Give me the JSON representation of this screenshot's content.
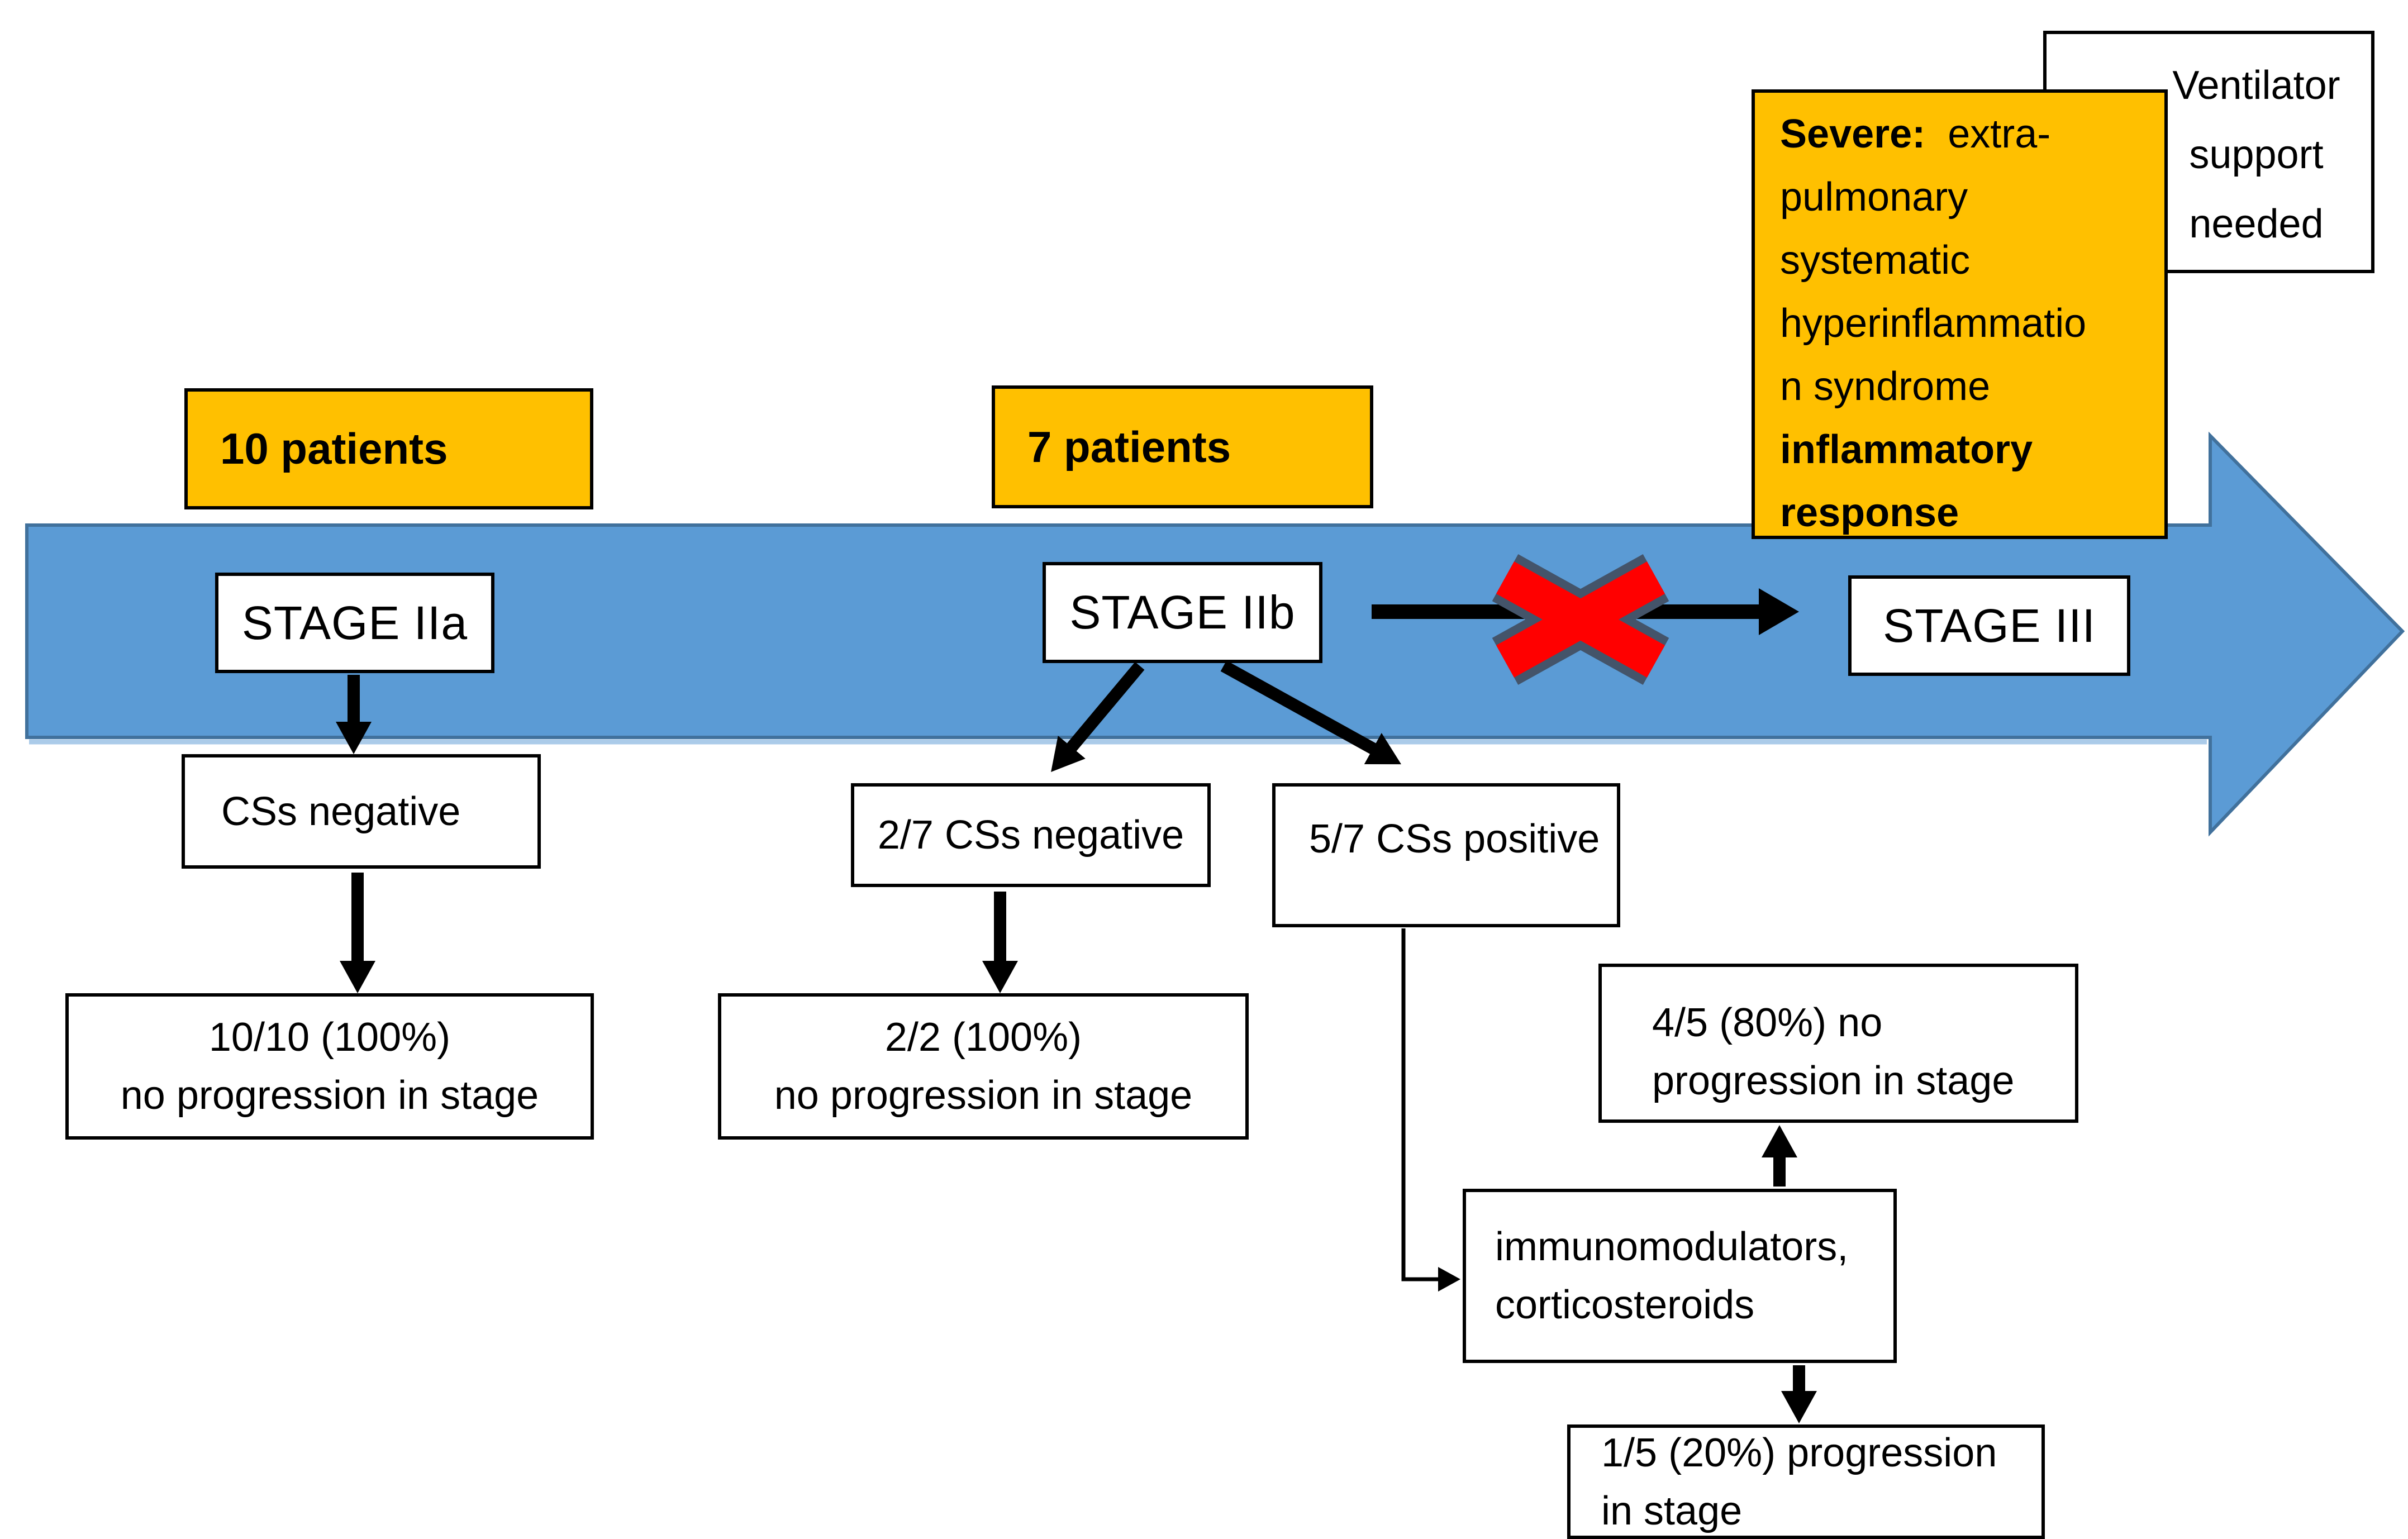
{
  "colors": {
    "band_blue": "#5B9BD5",
    "band_blue_border": "#41719C",
    "band_blue_shadow": "#9DC3E6",
    "highlight_orange": "#FFC000",
    "cross_red": "#FF0000",
    "cross_outline": "#44546A",
    "box_border": "#000000",
    "text": "#000000",
    "background": "#FFFFFF"
  },
  "cohort_badges": {
    "iia": {
      "label": "10 patients"
    },
    "iib": {
      "label": "7 patients"
    }
  },
  "stages": {
    "iia": "STAGE IIa",
    "iib": "STAGE IIb",
    "iii": "STAGE III"
  },
  "severe_note": {
    "line1_bold": "Severe:",
    "line1_rest": "  extra-",
    "line2": "pulmonary",
    "line3": "systematic",
    "line4": "hyperinflammatio",
    "line5": "n syndrome",
    "line6_bold": "inflammatory",
    "line7_bold": "response"
  },
  "ventilator_note": {
    "line1": "Ventilator",
    "line2": "support",
    "line3": "needed"
  },
  "flow": {
    "css_negative": "CSs negative",
    "ten_of_ten_line1": "10/10 (100%)",
    "ten_of_ten_line2": "no progression in stage",
    "two_of_seven": "2/7 CSs negative",
    "two_of_two_line1": "2/2 (100%)",
    "two_of_two_line2": "no progression in stage",
    "five_of_seven": "5/7 CSs positive",
    "four_of_five_line1": "4/5 (80%) no",
    "four_of_five_line2": "progression in stage",
    "immunomodulators_line1": "immunomodulators,",
    "immunomodulators_line2": "corticosteroids",
    "one_of_five_line1": "1/5 (20%) progression",
    "one_of_five_line2": "in stage"
  }
}
